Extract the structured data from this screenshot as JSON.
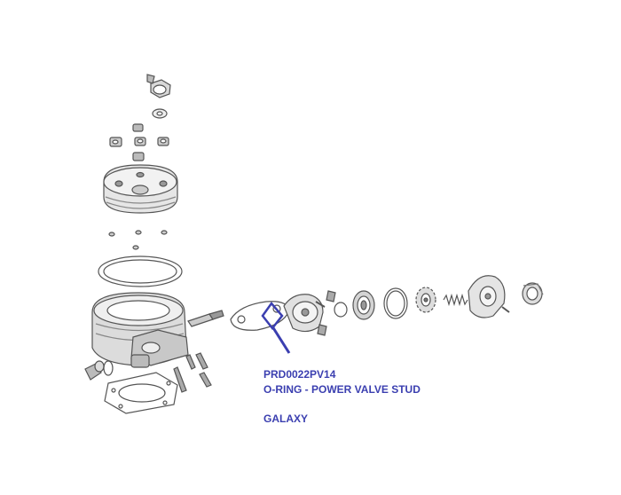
{
  "callout": {
    "part_number": "PRD0022PV14",
    "part_description": "O-RING - POWER VALVE STUD",
    "brand": "GALAXY",
    "highlight_color": "#3b3fb0"
  },
  "drawing": {
    "line_color": "#555555",
    "subject": "exploded engine cylinder and power valve assembly"
  }
}
